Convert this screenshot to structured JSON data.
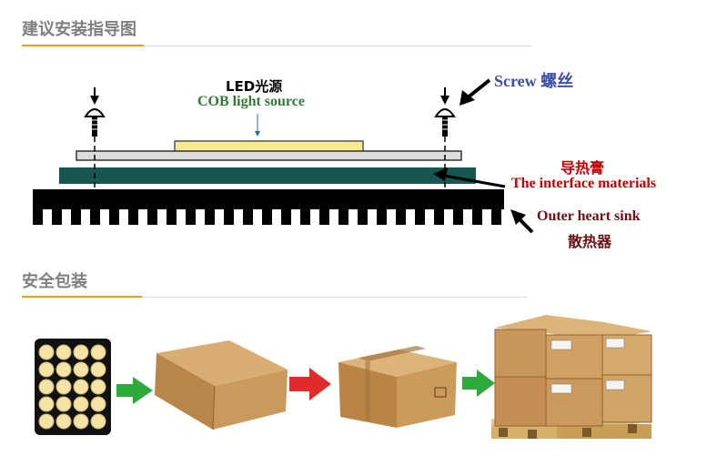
{
  "install_section": {
    "title": "建议安装指导图",
    "led_label": "LED光源",
    "cob_label": "COB light source",
    "screw_label": "Screw 螺丝",
    "interface_cn": "导热膏",
    "interface_en": "The interface materials",
    "heatsink_en": "Outer heart sink",
    "heatsink_cn": "散热器"
  },
  "packing_section": {
    "title": "安全包装",
    "steps": [
      "cob-tray",
      "flat-carton",
      "shipping-box",
      "palletized-cartons"
    ],
    "arrow_colors": [
      "#2eaa3c",
      "#e02b2b",
      "#2eaa3c"
    ]
  },
  "colors": {
    "accent": "#e5a11b",
    "cob": "#f7e98e",
    "interface": "#17574f",
    "heatsink": "#000000",
    "cardboard": "#c99a5b"
  }
}
